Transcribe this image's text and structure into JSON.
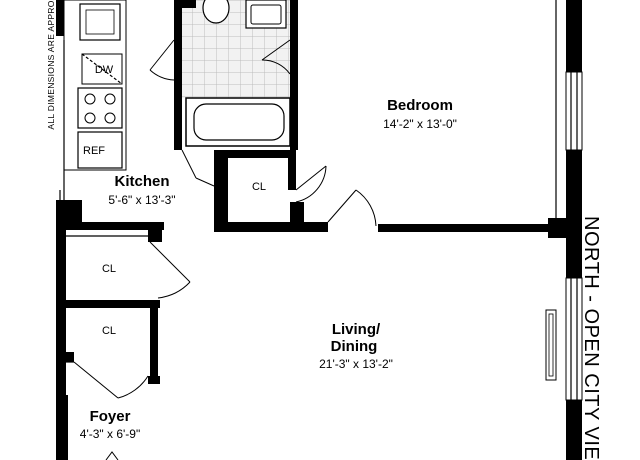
{
  "rooms": {
    "bedroom": {
      "name": "Bedroom",
      "dims": "14'-2\" x 13'-0\""
    },
    "kitchen": {
      "name": "Kitchen",
      "dims": "5'-6\" x 13'-3\""
    },
    "living": {
      "name_line1": "Living/",
      "name_line2": "Dining",
      "dims": "21'-3\" x 13'-2\""
    },
    "foyer": {
      "name": "Foyer",
      "dims": "4'-3\" x 6'-9\""
    }
  },
  "closets": {
    "cl1": "CL",
    "cl2": "CL",
    "cl3": "CL"
  },
  "appliances": {
    "dw": "DW",
    "ref": "REF"
  },
  "notes": {
    "dimensions": "ALL DIMENSIONS ARE APPROX",
    "orientation": "NORTH - OPEN CITY VIEW"
  }
}
